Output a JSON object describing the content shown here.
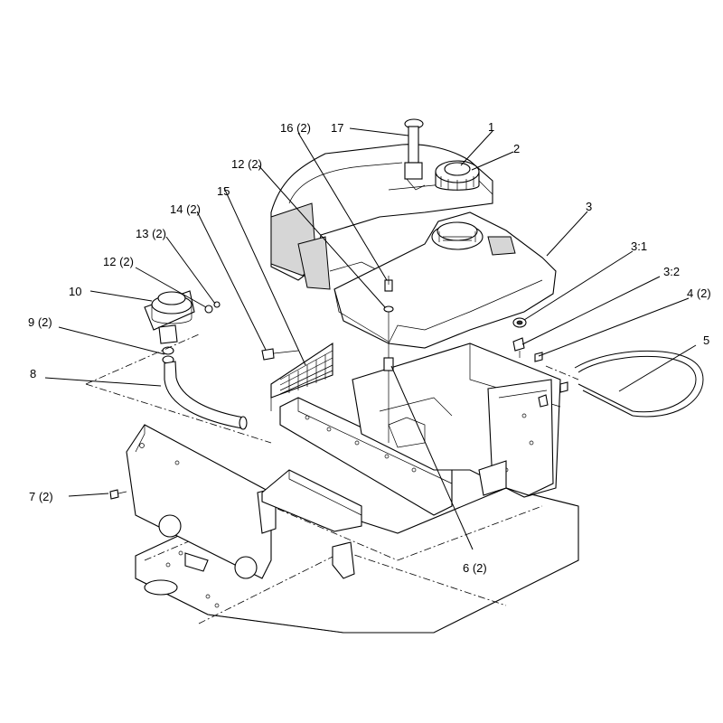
{
  "callouts": {
    "p1": "1",
    "p2": "2",
    "p3": "3",
    "p3_1": "3:1",
    "p3_2": "3:2",
    "p4": "4 (2)",
    "p5": "5",
    "p6": "6 (2)",
    "p7": "7 (2)",
    "p8": "8",
    "p9": "9 (2)",
    "p10": "10",
    "p12a": "12 (2)",
    "p12b": "12 (2)",
    "p13": "13 (2)",
    "p14": "14 (2)",
    "p15": "15",
    "p16": "16 (2)",
    "p17": "17"
  }
}
